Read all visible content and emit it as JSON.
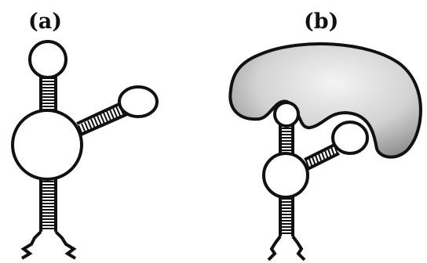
{
  "figure": {
    "panels": [
      {
        "label": "(a)",
        "description_key": "free-rna"
      },
      {
        "label": "(b)",
        "description_key": "bound-rna"
      }
    ],
    "colors": {
      "ink": "#111111",
      "background": "#ffffff",
      "protein_light": "#f2f2f2",
      "protein_dark": "#7a7a7a"
    }
  }
}
